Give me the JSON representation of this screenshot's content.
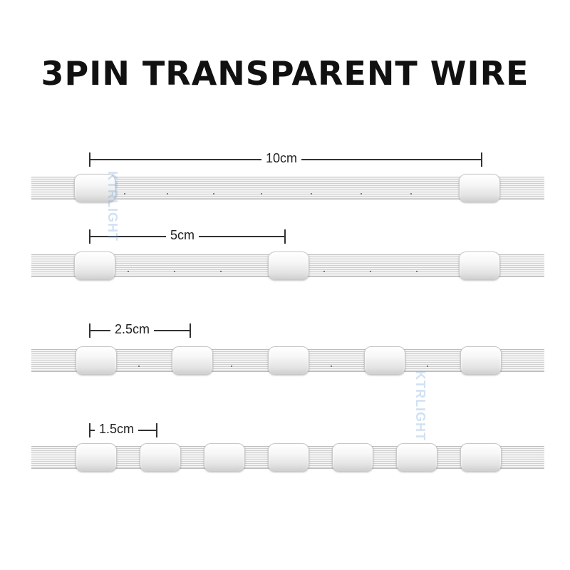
{
  "title": "3PIN TRANSPARENT WIRE",
  "rows": [
    {
      "spacing_label": "10cm",
      "bead_count": 2
    },
    {
      "spacing_label": "5cm",
      "bead_count": 3
    },
    {
      "spacing_label": "2.5cm",
      "bead_count": 5
    },
    {
      "spacing_label": "1.5cm",
      "bead_count": 7
    }
  ],
  "watermark_text": "KTRLIGHT"
}
